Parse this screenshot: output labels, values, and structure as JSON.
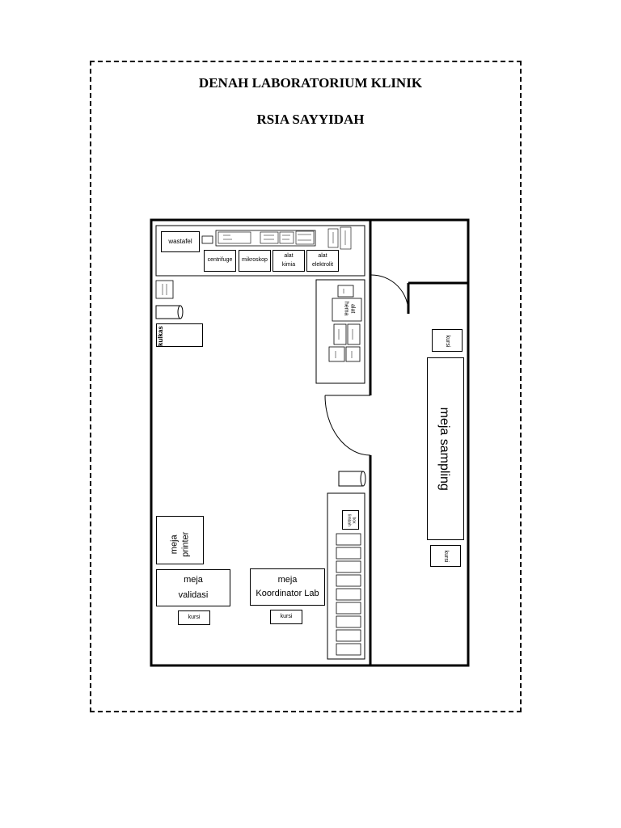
{
  "header": {
    "title": "DENAH LABORATORIUM KLINIK",
    "subtitle": "RSIA SAYYIDAH"
  },
  "furniture": {
    "wastafel": "wastafel",
    "centrifuge": "centrifuge",
    "mikroskop": "mikroskop",
    "alat_kimia_1": "alat",
    "alat_kimia_2": "kimia",
    "alat_elektrolit_1": "alat",
    "alat_elektrolit_2": "elektrolit",
    "kulkas": "kulkas",
    "alat_hema_1": "alat",
    "alat_hema_2": "hema",
    "box_limbah_1": "box",
    "box_limbah_2": "limbah",
    "meja_printer_1": "meja",
    "meja_printer_2": "printer",
    "meja_validasi_1": "meja",
    "meja_validasi_2": "validasi",
    "meja_koordinator_1": "meja",
    "meja_koordinator_2": "Koordinator Lab",
    "meja_sampling": "meja sampling",
    "kursi": "kursi"
  },
  "colors": {
    "ink": "#000000",
    "paper": "#ffffff"
  }
}
